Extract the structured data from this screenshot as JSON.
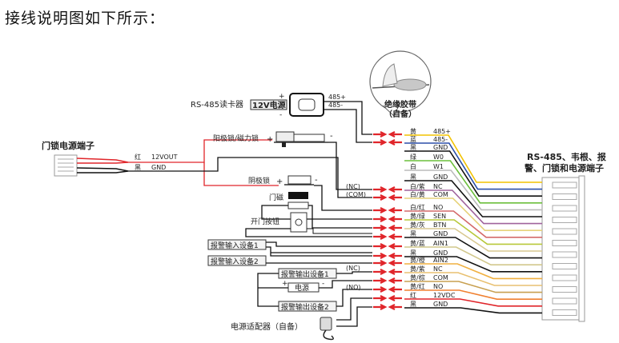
{
  "heading": "接线说明图如下所示：",
  "insulation_tape": {
    "line1": "绝缘胶带",
    "line2": "（自备）"
  },
  "card_reader": {
    "label": "RS-485读卡器",
    "power_box": "12V电源",
    "plus": "+",
    "minus": "-",
    "pin1": "485+",
    "pin2": "485-"
  },
  "lock_power_terminal": {
    "title": "门锁电源端子",
    "wires": [
      {
        "color_name": "红",
        "signal": "12VOUT",
        "color": "#e0252a"
      },
      {
        "color_name": "黑",
        "signal": "GND",
        "color": "#111111"
      }
    ]
  },
  "anode_lock": {
    "label": "阳极锁/磁力锁",
    "plus": "+",
    "minus": "-"
  },
  "cathode_lock": {
    "label": "阴极锁",
    "plus": "+",
    "minus": "-"
  },
  "door_sensor": {
    "label": "门磁"
  },
  "exit_button": {
    "label": "开门按钮"
  },
  "nc_label": "(NC)",
  "com_label": "(COM)",
  "alarm_in_1": "报警输入设备1",
  "alarm_in_2": "报警输入设备2",
  "alarm_out_1": "报警输出设备1",
  "alarm_out_2": "报警输出设备2",
  "alarm_out_nc": "(NC)",
  "alarm_out_no": "(NO)",
  "power_supply": {
    "label": "电源",
    "plus": "+",
    "minus": "-"
  },
  "adapter": "电源适配器（自备）",
  "main_terminal": {
    "title_line1": "RS-485、韦根、报",
    "title_line2": "警、门锁和电源端子"
  },
  "arrow_color": "#e0252a",
  "pins": [
    {
      "color_name": "黄",
      "signal": "485+",
      "color": "#f2c200",
      "arrow": true
    },
    {
      "color_name": "蓝",
      "signal": "485-",
      "color": "#2b4fa8",
      "arrow": true
    },
    {
      "color_name": "黑",
      "signal": "GND",
      "color": "#111111",
      "arrow": false
    },
    {
      "color_name": "绿",
      "signal": "W0",
      "color": "#6cbf3c",
      "arrow": false
    },
    {
      "color_name": "白",
      "signal": "W1",
      "color": "#bbbbbb",
      "arrow": false
    },
    {
      "color_name": "黑",
      "signal": "GND",
      "color": "#111111",
      "arrow": false
    },
    {
      "color_name": "白/紫",
      "signal": "NC",
      "color": "#a0649c",
      "arrow": true
    },
    {
      "color_name": "白/黄",
      "signal": "COM",
      "color": "#e6d27a",
      "arrow": true
    },
    {
      "color_name": "白/红",
      "signal": "NO",
      "color": "#d46a6a",
      "arrow": true
    },
    {
      "color_name": "黄/绿",
      "signal": "SEN",
      "color": "#b8c83a",
      "arrow": true
    },
    {
      "color_name": "黄/灰",
      "signal": "BTN",
      "color": "#d8c890",
      "arrow": true
    },
    {
      "color_name": "黑",
      "signal": "GND",
      "color": "#111111",
      "arrow": true
    },
    {
      "color_name": "黄/蓝",
      "signal": "AIN1",
      "color": "#d2c88c",
      "arrow": true
    },
    {
      "color_name": "黑",
      "signal": "GND",
      "color": "#111111",
      "arrow": true
    },
    {
      "color_name": "黄/橙",
      "signal": "AIN2",
      "color": "#f0b040",
      "arrow": true
    },
    {
      "color_name": "黄/紫",
      "signal": "NC",
      "color": "#e8c070",
      "arrow": true
    },
    {
      "color_name": "黄/棕",
      "signal": "COM",
      "color": "#c8a050",
      "arrow": true
    },
    {
      "color_name": "黄/红",
      "signal": "NO",
      "color": "#f08030",
      "arrow": true
    },
    {
      "color_name": "红",
      "signal": "12VDC",
      "color": "#e0252a",
      "arrow": true
    },
    {
      "color_name": "黑",
      "signal": "GND",
      "color": "#111111",
      "arrow": true
    }
  ]
}
